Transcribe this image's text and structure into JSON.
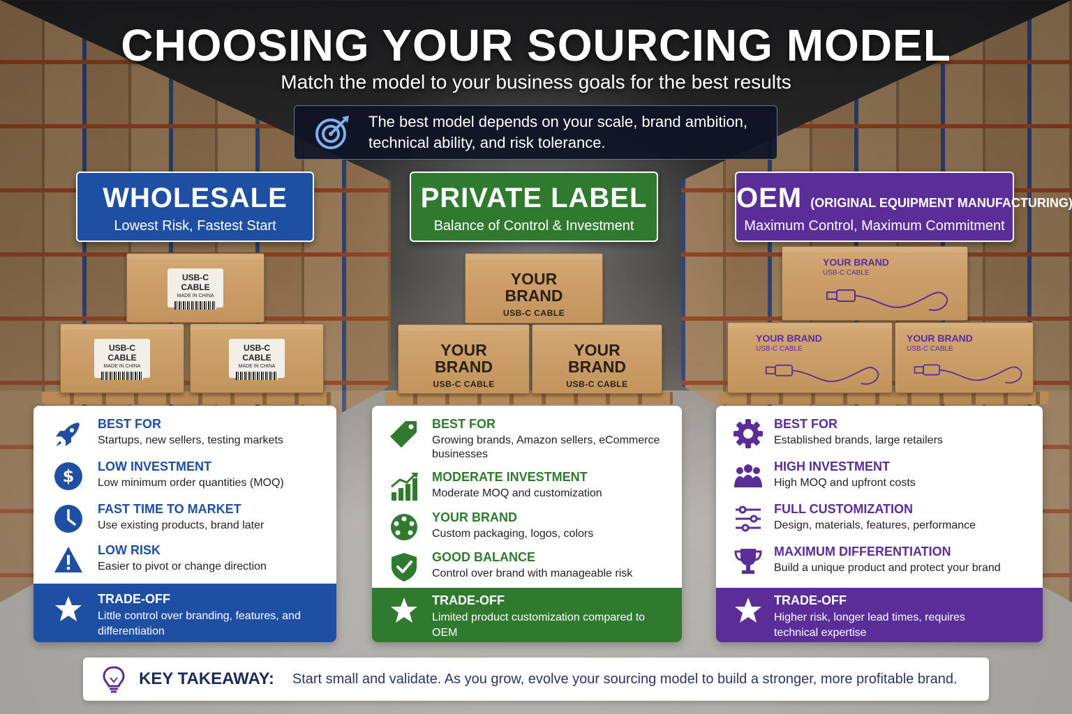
{
  "title": "CHOOSING YOUR SOURCING MODEL",
  "subtitle": "Match the model to your business goals for the best results",
  "callout": {
    "icon": "target-icon",
    "text": "The best model depends on your scale, brand ambition, technical ability, and risk tolerance."
  },
  "colors": {
    "wholesale": "#1f4fa3",
    "private_label": "#2f7a2f",
    "oem": "#5b2d99"
  },
  "wholesale": {
    "title": "WHOLESALE",
    "subtitle": "Lowest Risk, Fastest Start",
    "box_label": "USB-C CABLE",
    "box_sub": "MADE IN CHINA",
    "items": [
      {
        "icon": "rocket-icon",
        "title": "BEST FOR",
        "desc": "Startups, new sellers, testing markets"
      },
      {
        "icon": "dollar-icon",
        "title": "LOW INVESTMENT",
        "desc": "Low minimum order quantities (MOQ)"
      },
      {
        "icon": "clock-icon",
        "title": "FAST TIME TO MARKET",
        "desc": "Use existing products, brand later"
      },
      {
        "icon": "warning-icon",
        "title": "LOW RISK",
        "desc": "Easier to pivot or change direction"
      }
    ],
    "tradeoff": {
      "icon": "star-icon",
      "title": "TRADE-OFF",
      "desc": "Little control over branding, features, and differentiation"
    }
  },
  "private_label": {
    "title": "PRIVATE LABEL",
    "subtitle": "Balance of Control & Investment",
    "box_brand": "YOUR BRAND",
    "box_sub": "USB-C CABLE",
    "items": [
      {
        "icon": "tag-icon",
        "title": "BEST FOR",
        "desc": "Growing brands, Amazon sellers, eCommerce businesses"
      },
      {
        "icon": "chart-growth-icon",
        "title": "MODERATE INVESTMENT",
        "desc": "Moderate MOQ and customization"
      },
      {
        "icon": "palette-icon",
        "title": "YOUR BRAND",
        "desc": "Custom packaging, logos, colors"
      },
      {
        "icon": "shield-check-icon",
        "title": "GOOD BALANCE",
        "desc": "Control over brand with manageable risk"
      }
    ],
    "tradeoff": {
      "icon": "star-icon",
      "title": "TRADE-OFF",
      "desc": "Limited product customization compared to OEM"
    }
  },
  "oem": {
    "title": "OEM",
    "title_small": "(ORIGINAL EQUIPMENT MANUFACTURING)",
    "subtitle": "Maximum Control, Maximum Commitment",
    "box_brand": "YOUR BRAND",
    "box_sub": "USB-C CABLE",
    "items": [
      {
        "icon": "gear-icon",
        "title": "BEST FOR",
        "desc": "Established brands, large retailers"
      },
      {
        "icon": "people-icon",
        "title": "HIGH INVESTMENT",
        "desc": "High MOQ and upfront costs"
      },
      {
        "icon": "sliders-icon",
        "title": "FULL CUSTOMIZATION",
        "desc": "Design, materials, features, performance"
      },
      {
        "icon": "trophy-icon",
        "title": "MAXIMUM DIFFERENTIATION",
        "desc": "Build a unique product and protect your brand"
      }
    ],
    "tradeoff": {
      "icon": "star-icon",
      "title": "TRADE-OFF",
      "desc": "Higher risk, longer lead times, requires technical expertise"
    }
  },
  "takeaway": {
    "icon": "lightbulb-icon",
    "label": "KEY TAKEAWAY:",
    "text": "Start small and validate. As you grow, evolve your sourcing model to build a stronger, more profitable brand."
  }
}
